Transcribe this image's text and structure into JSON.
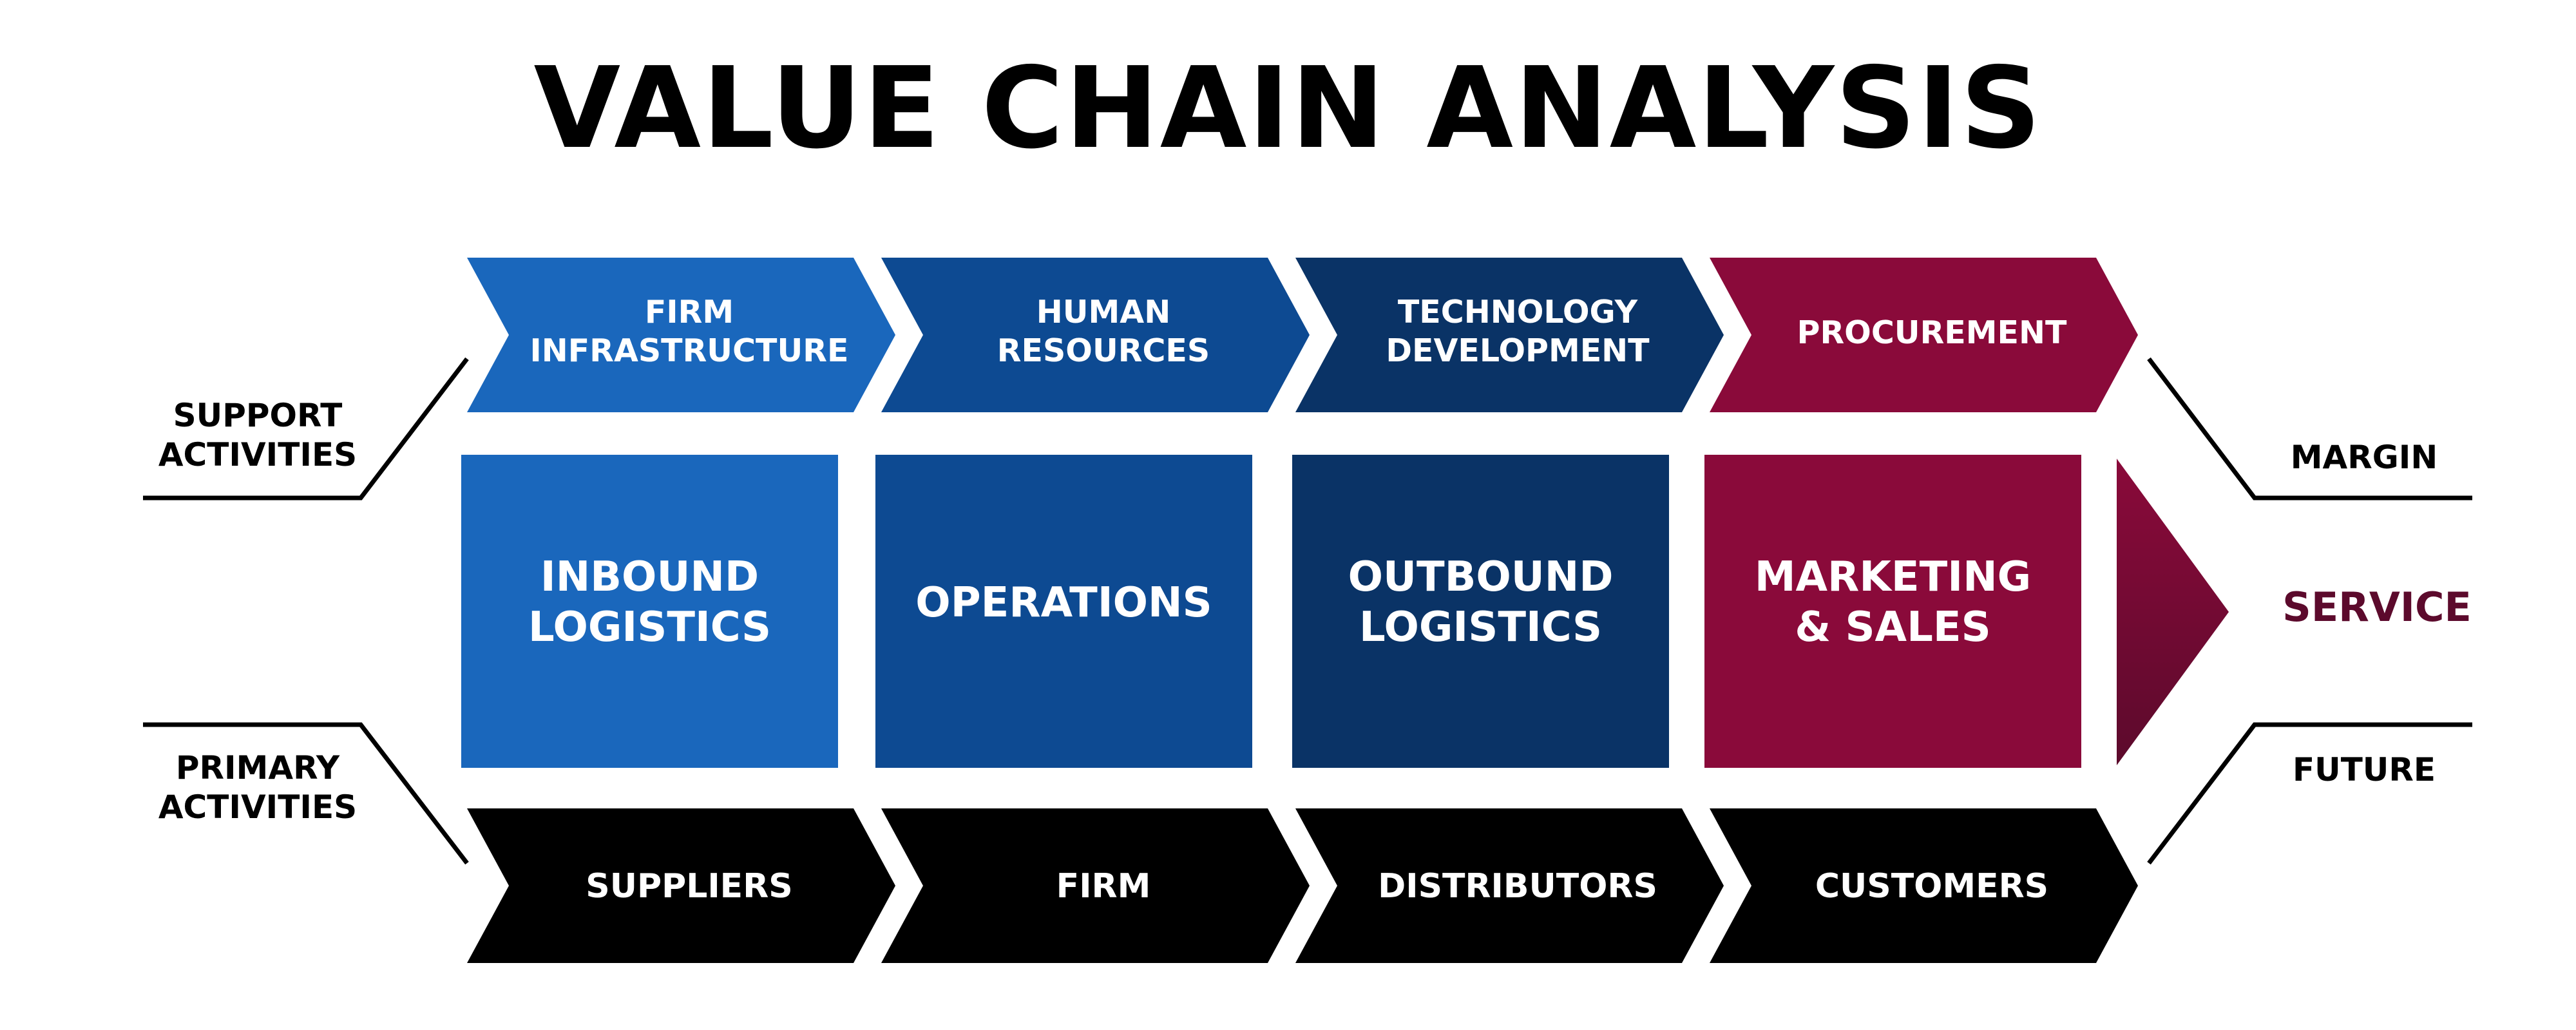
{
  "title": "VALUE CHAIN ANALYSIS",
  "support_activities": [
    {
      "line1": "FIRM",
      "line2": "INFRASTRUCTURE",
      "color": "#1a67bc"
    },
    {
      "line1": "HUMAN",
      "line2": "RESOURCES",
      "color": "#0d4a92"
    },
    {
      "line1": "TECHNOLOGY",
      "line2": "DEVELOPMENT",
      "color": "#0a3366"
    },
    {
      "line1": "PROCUREMENT",
      "line2": "",
      "color": "#8a0a3a"
    }
  ],
  "primary_activities": [
    {
      "line1": "INBOUND",
      "line2": "LOGISTICS",
      "color": "#1a67bc"
    },
    {
      "line1": "OPERATIONS",
      "line2": "",
      "color": "#0d4a92"
    },
    {
      "line1": "OUTBOUND",
      "line2": "LOGISTICS",
      "color": "#0a3366"
    },
    {
      "line1": "MARKETING",
      "line2": "& SALES",
      "color": "#8a0a3a"
    }
  ],
  "value_flow": [
    {
      "label": "SUPPLIERS"
    },
    {
      "label": "FIRM"
    },
    {
      "label": "DISTRIBUTORS"
    },
    {
      "label": "CUSTOMERS"
    }
  ],
  "side_labels": {
    "support": {
      "line1": "SUPPORT",
      "line2": "ACTIVITIES"
    },
    "primary": {
      "line1": "PRIMARY",
      "line2": "ACTIVITIES"
    },
    "margin": "MARGIN",
    "future": "FUTURE",
    "service": "SERVICE"
  },
  "colors": {
    "flow": "#000000",
    "service_arrow_top": "#8a0a3a",
    "service_arrow_bottom": "#5c0a2c",
    "service_text": "#5c0a2c",
    "lines": "#000000"
  }
}
